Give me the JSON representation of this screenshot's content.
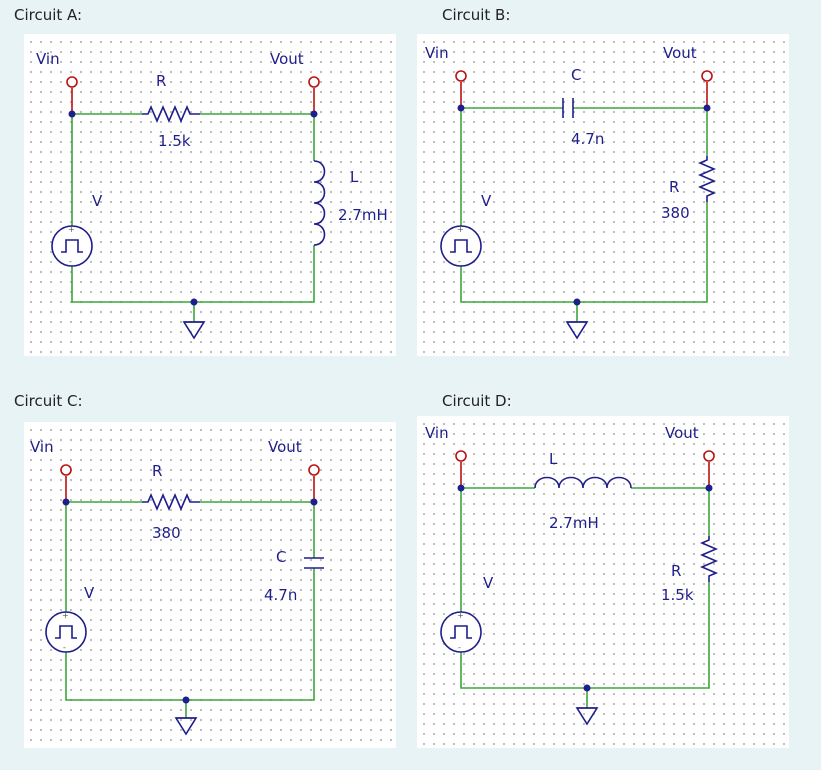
{
  "captions": {
    "a": "Circuit A:",
    "b": "Circuit B:",
    "c": "Circuit C:",
    "d": "Circuit D:"
  },
  "circuit_a": {
    "vin": "Vin",
    "vout": "Vout",
    "source": "V",
    "r_name": "R",
    "r_value": "1.5k",
    "l_name": "L",
    "l_value": "2.7mH"
  },
  "circuit_b": {
    "vin": "Vin",
    "vout": "Vout",
    "source": "V",
    "c_name": "C",
    "c_value": "4.7n",
    "r_name": "R",
    "r_value": "380"
  },
  "circuit_c": {
    "vin": "Vin",
    "vout": "Vout",
    "source": "V",
    "r_name": "R",
    "r_value": "380",
    "c_name": "C",
    "c_value": "4.7n"
  },
  "circuit_d": {
    "vin": "Vin",
    "vout": "Vout",
    "source": "V",
    "l_name": "L",
    "l_value": "2.7mH",
    "r_name": "R",
    "r_value": "1.5k"
  },
  "colors": {
    "wire": "#3aa63a",
    "component": "#1e1e8c",
    "terminal": "#bb1111",
    "node": "#1e1e8c"
  }
}
